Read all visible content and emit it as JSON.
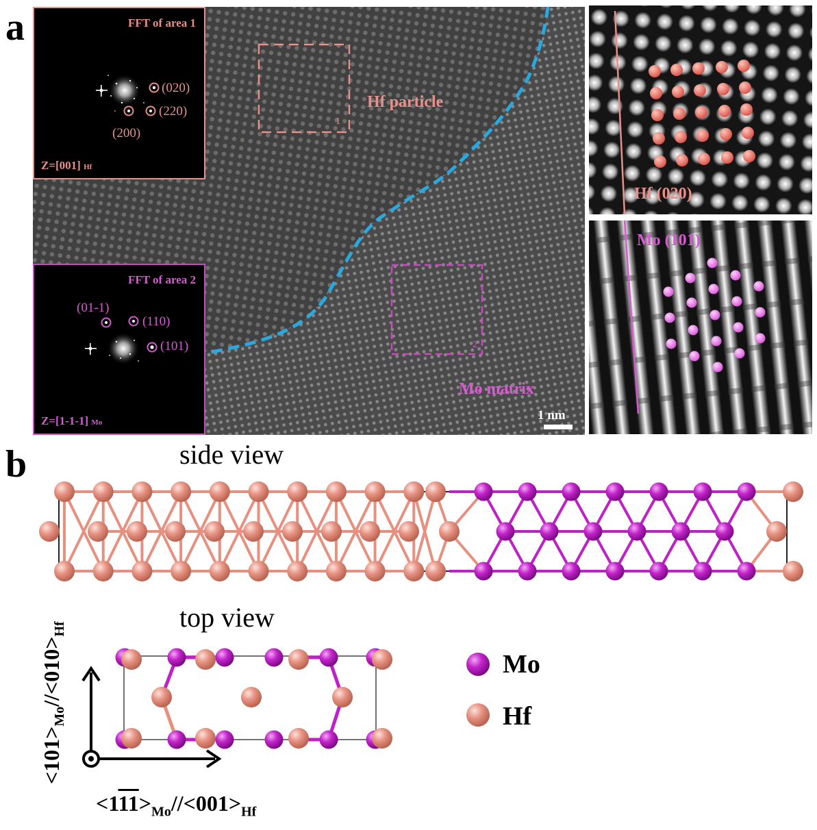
{
  "panel_a": {
    "label": "a",
    "fft_hf": {
      "title": "FFT of area 1",
      "zone_axis": "Z=[001]",
      "zone_sub": "Hf",
      "spots": [
        "(020)",
        "(220)",
        "(200)"
      ]
    },
    "fft_mo": {
      "title": "FFT of area 2",
      "zone_axis": "Z=[1-1-1]",
      "zone_sub": "Mo",
      "spots": [
        "(01-1)",
        "(110)",
        "(101)"
      ]
    },
    "hf_particle_label": "Hf particle",
    "mo_matrix_label": "Mo matrix",
    "area1_num": "1",
    "area2_num": "2",
    "scale_bar": "1 nm",
    "inset_hf_label": "Hf (020)",
    "inset_mo_label": "Mo (101)"
  },
  "panel_b": {
    "label": "b",
    "side_view_title": "side view",
    "top_view_title": "top view",
    "legend": [
      {
        "label": "Mo",
        "color": "#c020c8"
      },
      {
        "label": "Hf",
        "color": "#e89080"
      }
    ],
    "axis_vertical": {
      "a": "<101>",
      "a_sub": "Mo",
      "b": "//<010>",
      "b_sub": "Hf"
    },
    "axis_horizontal": {
      "pre": "<1",
      "bar": "11",
      "post": ">",
      "a_sub": "Mo",
      "b": "//<001>",
      "b_sub": "Hf"
    }
  },
  "colors": {
    "hf": "#e89080",
    "mo": "#c020c8",
    "interface": "#2aa8e0"
  }
}
